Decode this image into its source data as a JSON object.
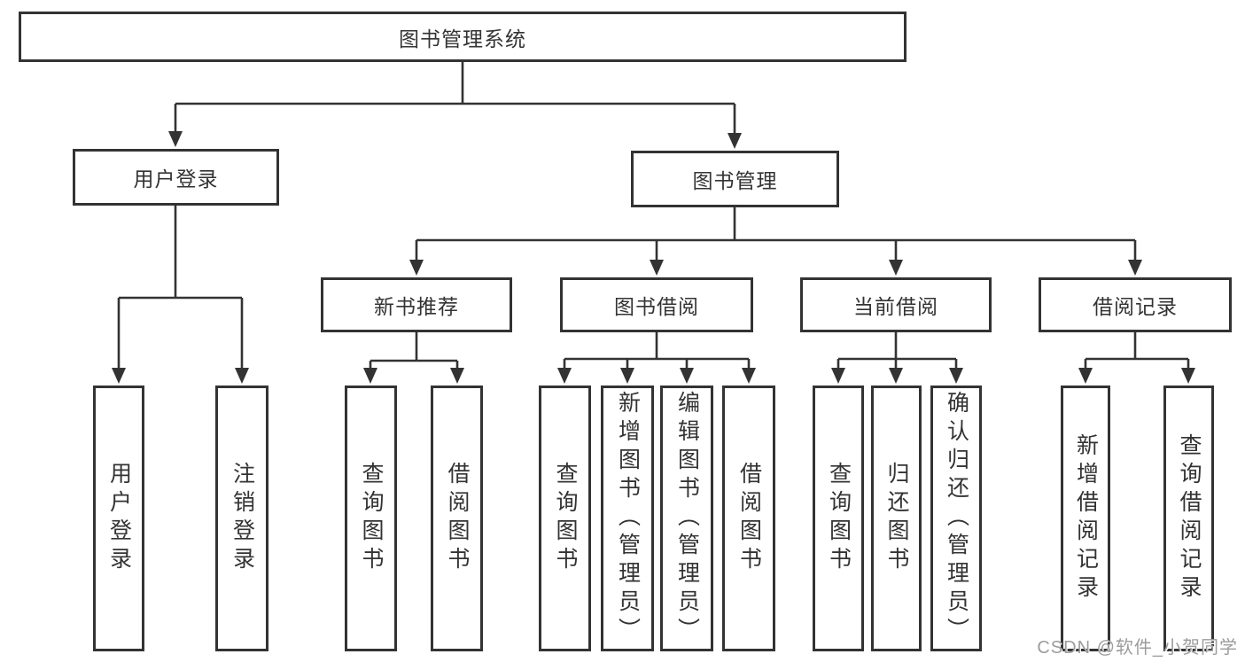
{
  "tree": {
    "root": "图书管理系统",
    "user_login": {
      "label": "用户登录",
      "children": [
        "用户登录",
        "注销登录"
      ]
    },
    "book_management": {
      "label": "图书管理",
      "children": [
        {
          "label": "新书推荐",
          "children": [
            "查询图书",
            "借阅图书"
          ]
        },
        {
          "label": "图书借阅",
          "children": [
            "查询图书",
            "新增图书（管理员）",
            "编辑图书（管理员）",
            "借阅图书"
          ]
        },
        {
          "label": "当前借阅",
          "children": [
            "查询图书",
            "归还图书",
            "确认归还（管理员）"
          ]
        },
        {
          "label": "借阅记录",
          "children": [
            "新增借阅记录",
            "查询借阅记录"
          ]
        }
      ]
    }
  },
  "watermark": "CSDN @软件_小贺同学",
  "colors": {
    "line": "#333333",
    "text": "#333333",
    "background": "#ffffff",
    "watermark": "#9c9c9c"
  }
}
